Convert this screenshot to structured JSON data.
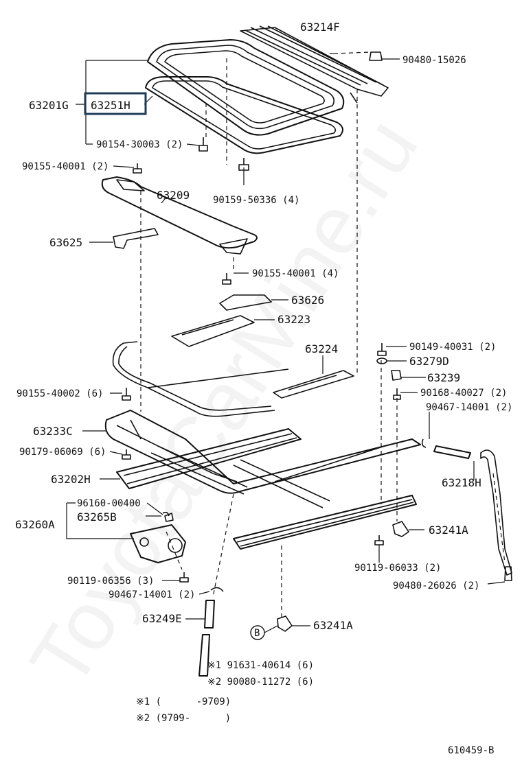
{
  "watermark": "ToyotaCarMine.ru",
  "diagram_id": "610459-B",
  "highlight_color": "#1f3b57",
  "parts": {
    "p63214F": "63214F",
    "p90480_15026": "90480-15026",
    "p63201G": "63201G",
    "p63251H": "63251H",
    "p90154_30003": "90154-30003 (2)",
    "p90155_40001a": "90155-40001 (2)",
    "p63209": "63209",
    "p90159_50336": "90159-50336 (4)",
    "p63625": "63625",
    "p90155_40001b": "90155-40001 (4)",
    "p63626": "63626",
    "p63223": "63223",
    "p90149_40031": "90149-40031 (2)",
    "p63224": "63224",
    "p63279D": "63279D",
    "p63239": "63239",
    "p90155_40002": "90155-40002 (6)",
    "p90168_40027": "90168-40027 (2)",
    "p90467_14001a": "90467-14001 (2)",
    "p63233C": "63233C",
    "p90179_06069": "90179-06069 (6)",
    "p63202H": "63202H",
    "p63218H": "63218H",
    "p96160_00400": "96160-00400",
    "p63265B": "63265B",
    "p63260A": "63260A",
    "p63241Aa": "63241A",
    "p90119_06033": "90119-06033 (2)",
    "p90119_06356": "90119-06356 (3)",
    "p90480_26026": "90480-26026 (2)",
    "p90467_14001b": "90467-14001 (2)",
    "p63249E": "63249E",
    "p63241Ab": "63241A",
    "callout_b": "B",
    "p91631_40614": "※1 91631-40614 (6)",
    "p90080_11272": "※2 90080-11272 (6)"
  },
  "notes": {
    "n1": "※1 (      -9709)",
    "n2": "※2 (9709-      )"
  }
}
